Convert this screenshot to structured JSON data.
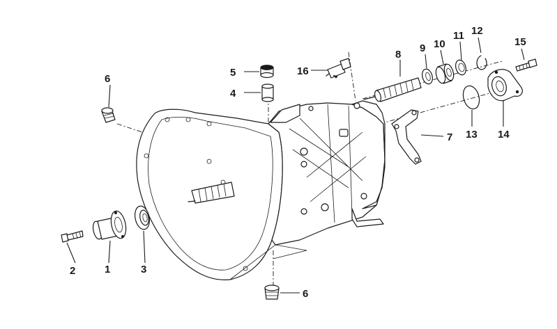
{
  "callouts": [
    {
      "id": "c1",
      "text": "1"
    },
    {
      "id": "c2",
      "text": "2"
    },
    {
      "id": "c3",
      "text": "3"
    },
    {
      "id": "c4",
      "text": "4"
    },
    {
      "id": "c5",
      "text": "5"
    },
    {
      "id": "c6a",
      "text": "6"
    },
    {
      "id": "c6b",
      "text": "6"
    },
    {
      "id": "c7",
      "text": "7"
    },
    {
      "id": "c8",
      "text": "8"
    },
    {
      "id": "c9",
      "text": "9"
    },
    {
      "id": "c10",
      "text": "10"
    },
    {
      "id": "c11",
      "text": "11"
    },
    {
      "id": "c12",
      "text": "12"
    },
    {
      "id": "c13",
      "text": "13"
    },
    {
      "id": "c14",
      "text": "14"
    },
    {
      "id": "c15",
      "text": "15"
    },
    {
      "id": "c16",
      "text": "16"
    }
  ]
}
